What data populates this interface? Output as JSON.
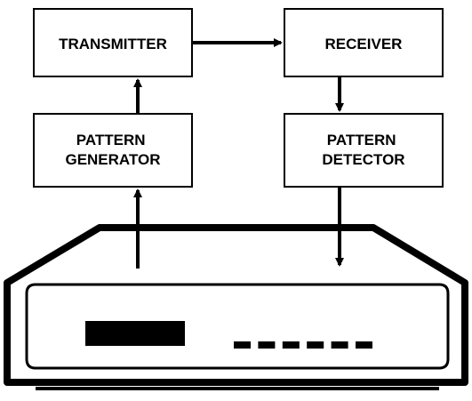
{
  "colors": {
    "stroke": "#000000",
    "background": "#ffffff"
  },
  "diagram": {
    "blocks": {
      "transmitter": {
        "lines": [
          "TRANSMITTER"
        ]
      },
      "receiver": {
        "lines": [
          "RECEIVER"
        ]
      },
      "pattern_generator": {
        "lines": [
          "PATTERN",
          "GENERATOR"
        ]
      },
      "pattern_detector": {
        "lines": [
          "PATTERN",
          "DETECTOR"
        ]
      }
    },
    "connections": [
      {
        "from": "transmitter",
        "to": "receiver"
      },
      {
        "from": "pattern_generator",
        "to": "transmitter"
      },
      {
        "from": "receiver",
        "to": "pattern_detector"
      },
      {
        "from": "test-instrument",
        "to": "pattern_generator"
      },
      {
        "from": "pattern_detector",
        "to": "test-instrument"
      }
    ],
    "instrument": {
      "icon": "test-instrument-icon",
      "display": "filled-rectangle",
      "indicator_count": 6
    }
  }
}
